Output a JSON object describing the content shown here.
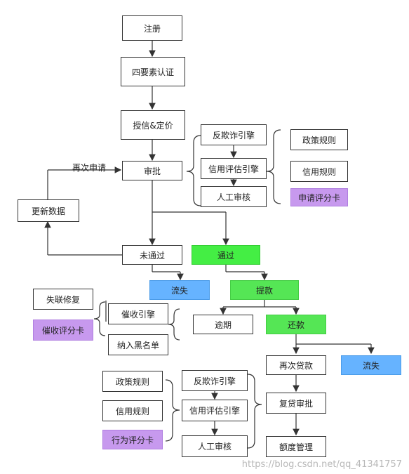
{
  "nodes": {
    "register": "注册",
    "four_elements": "四要素认证",
    "credit_pricing": "授信&定价",
    "approve": "审批",
    "update_data": "更新数据",
    "anti_fraud_1": "反欺诈引擎",
    "credit_eval_1": "信用评估引擎",
    "manual_review_1": "人工审核",
    "policy_rules_1": "政策规则",
    "credit_rules_1": "信用规则",
    "apply_scorecard": "申请评分卡",
    "not_passed": "未通过",
    "passed": "通过",
    "churn_1": "流失",
    "withdraw": "提款",
    "lost_contact_repair": "失联修复",
    "collection_scorecard": "催收评分卡",
    "collection_engine": "催收引擎",
    "blacklist": "纳入黑名单",
    "overdue": "逾期",
    "repay": "还款",
    "reloan": "再次贷款",
    "churn_2": "流失",
    "policy_rules_2": "政策规则",
    "credit_rules_2": "信用规则",
    "behavior_scorecard": "行为评分卡",
    "anti_fraud_2": "反欺诈引擎",
    "credit_eval_2": "信用评估引擎",
    "manual_review_2": "人工审核",
    "reloan_review": "复贷审批",
    "limit_mgmt": "额度管理"
  },
  "labels": {
    "reapply": "再次申请"
  },
  "watermark": "https://blog.csdn.net/qq_41341757",
  "colors": {
    "pass_green": "#44ee44",
    "action_green": "#55e655",
    "churn_blue": "#66b3ff",
    "scorecard_purple": "#c799ee"
  }
}
